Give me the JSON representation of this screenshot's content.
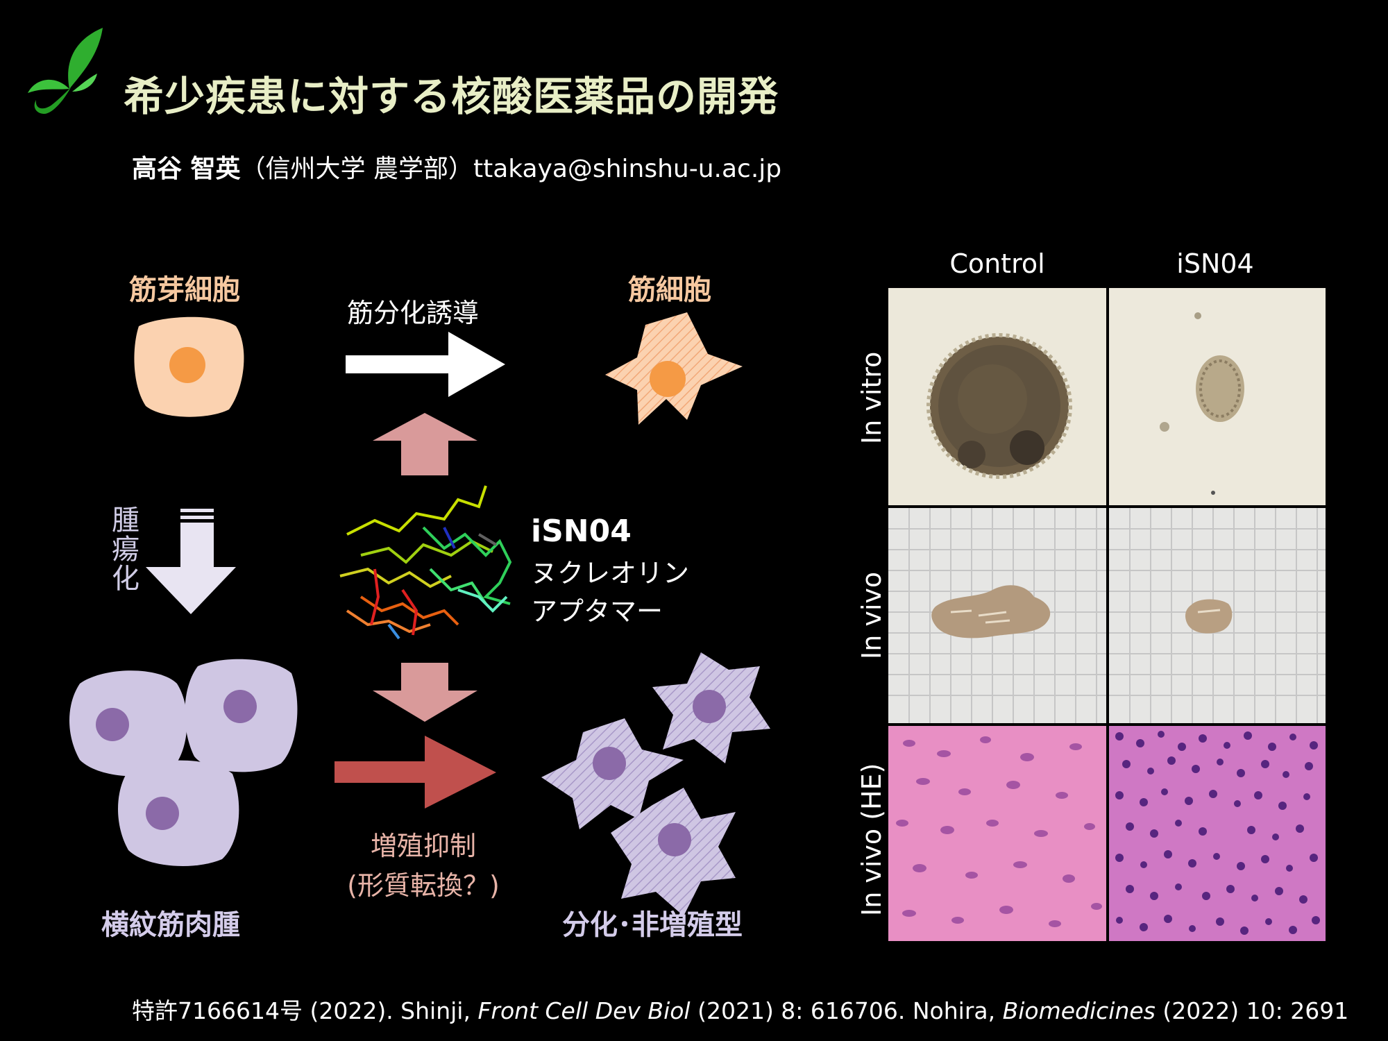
{
  "title": "希少疾患に対する核酸医薬品の開発",
  "author": {
    "name": "高谷 智英",
    "affiliation": "（信州大学 農学部）",
    "email": "ttakaya@shinshu-u.ac.jp"
  },
  "diagram": {
    "myoblast_label": "筋芽細胞",
    "myotube_label": "筋細胞",
    "differentiation_label": "筋分化誘導",
    "tumorigenesis_label": "腫瘍化",
    "rhabdo_label": "横紋筋肉腫",
    "differentiated_label": "分化･非増殖型",
    "growth_inhibit_label": "増殖抑制",
    "phenotype_label": "(形質転換？)",
    "aptamer_name": "iSN04",
    "aptamer_line1": "ヌクレオリン",
    "aptamer_line2": "アプタマー",
    "colors": {
      "myoblast_fill": "#fbd2b0",
      "nucleus_orange": "#f59a45",
      "tumor_fill": "#cfc6e3",
      "tumor_nucleus": "#8b6aa8",
      "pink_arrow": "#d99a9a",
      "red_arrow": "#c0504d"
    }
  },
  "figure": {
    "columns": [
      "Control",
      "iSN04"
    ],
    "rows": [
      "In vitro",
      "In vivo",
      "In vivo (HE)"
    ]
  },
  "footer": {
    "patent": "特許7166614号 (2022). Shinji, ",
    "journal1": "Front Cell Dev Biol",
    "rest1": " (2021) 8: 616706. Nohira, ",
    "journal2": "Biomedicines",
    "rest2": " (2022) 10: 2691"
  }
}
